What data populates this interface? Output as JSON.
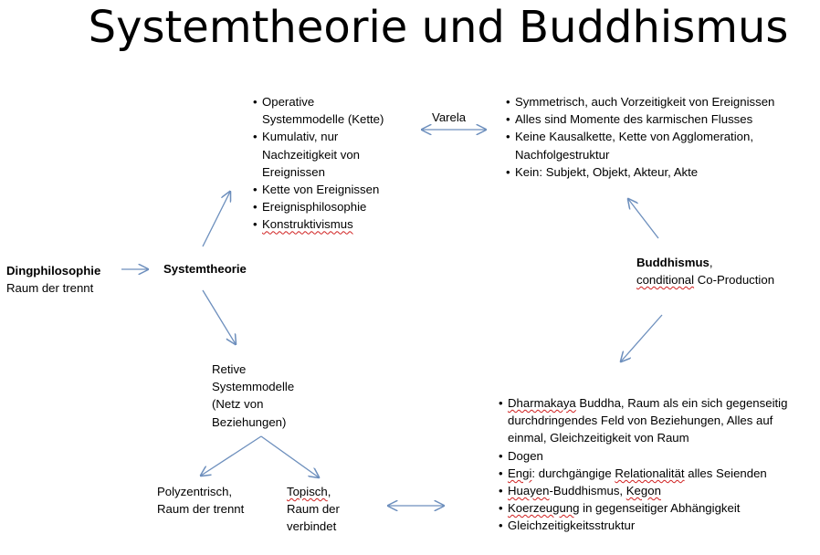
{
  "title": "Systemtheorie und Buddhismus",
  "colors": {
    "arrow": "#6d8fbd",
    "spell_underline": "#d02020"
  },
  "nodes": {
    "ding": {
      "bold": "Dingphilosophie",
      "line2": "Raum der trennt"
    },
    "systemtheorie": "Systemtheorie",
    "operative": {
      "items": [
        "Operative Systemmodelle (Kette)",
        "Kumulativ, nur Nachzeitigkeit von Ereignissen",
        "Kette von Ereignissen",
        "Ereignisphilosophie",
        "Konstruktivismus"
      ]
    },
    "varela": "Varela",
    "buddh_top": {
      "items": [
        "Symmetrisch, auch Vorzeitigkeit von Ereignissen",
        "Alles sind Momente des karmischen Flusses",
        "Keine Kausalkette, Kette von Agglomeration, Nachfolgestruktur",
        "Kein: Subjekt, Objekt, Akteur, Akte"
      ]
    },
    "buddhismus": {
      "bold": "Buddhismus",
      "comma": ",",
      "word1": "conditional",
      "rest": " Co-Production"
    },
    "retive": "Retive Systemmodelle (Netz von Beziehungen)",
    "poly": "Polyzentrisch, Raum der trennt",
    "topisch": {
      "word": "Topisch",
      "rest": ", Raum der verbindet"
    },
    "buddh_bottom": {
      "item1_a": "Dharmakaya",
      "item1_b": " Buddha, Raum als ein sich gegenseitig durchdringendes Feld von Beziehungen, Alles auf einmal, Gleichzeitigkeit von Raum",
      "item2": "Dogen",
      "item3_a": "Engi",
      "item3_b": ": durchgängige ",
      "item3_c": "Relationalität",
      "item3_d": " alles Seienden",
      "item4_a": "Huayen",
      "item4_b": "-Buddhismus, ",
      "item4_c": "Kegon",
      "item5_a": "Koerzeugung",
      "item5_b": " in gegenseitiger Abhängigkeit",
      "item6": "Gleichzeitigkeitsstruktur"
    }
  }
}
